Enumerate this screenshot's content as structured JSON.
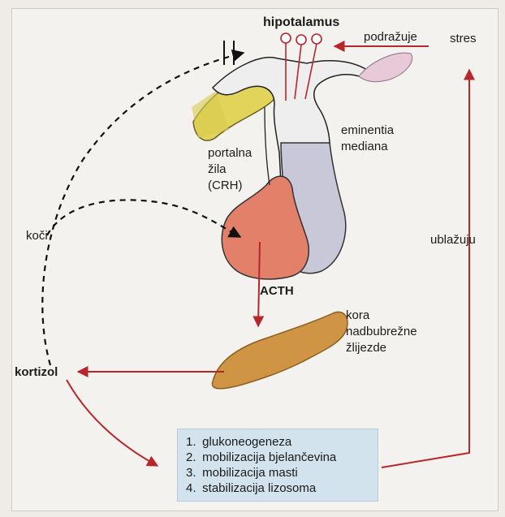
{
  "labels": {
    "hypothalamus": "hipotalamus",
    "stimulates": "podražuje",
    "stress": "stres",
    "median_eminence": [
      "eminentia",
      "mediana"
    ],
    "portal_vessel": [
      "portalna",
      "žila",
      "(CRH)"
    ],
    "inhibits": "koči",
    "soothes": "ublažuju",
    "acth": "ACTH",
    "adrenal_cortex": [
      "kora",
      "nadbubrežne",
      "žlijezde"
    ],
    "cortisol": "kortizol"
  },
  "effects": [
    {
      "num": "1.",
      "text": "glukoneogeneza"
    },
    {
      "num": "2.",
      "text": "mobilizacija bjelančevina"
    },
    {
      "num": "3.",
      "text": "mobilizacija masti"
    },
    {
      "num": "4.",
      "text": "stabilizacija lizosoma"
    }
  ],
  "colors": {
    "arrow_red": "#b8252a",
    "anterior_pituitary": "#e2806a",
    "posterior_pituitary": "#c9c8d8",
    "adrenal": "#cf9444",
    "vessel_yellow": "#e2d35a",
    "box_fill": "#d3e3ee"
  }
}
